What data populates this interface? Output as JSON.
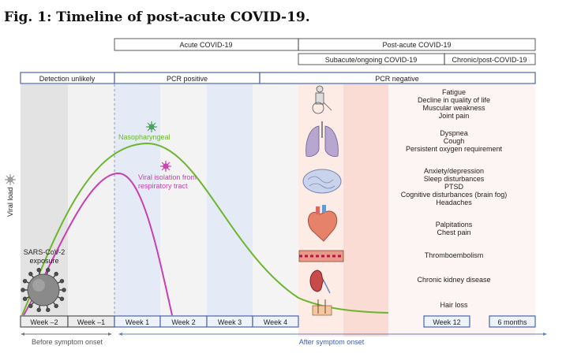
{
  "title": "Fig. 1: Timeline of post-acute COVID-19.",
  "phases": {
    "acute": "Acute COVID-19",
    "post_acute": "Post-acute COVID-19",
    "subacute": "Subacute/ongoing COVID-19",
    "chronic": "Chronic/post-COVID-19"
  },
  "detection": {
    "unlikely": "Detection unlikely",
    "pcr_pos": "PCR positive",
    "pcr_neg": "PCR negative"
  },
  "y_axis_label": "Viral load",
  "curves": {
    "naso": "Nasopharyngeal",
    "viral_iso_1": "Viral isolation from",
    "viral_iso_2": "respiratory tract",
    "green": "#6cb52d",
    "magenta": "#c83fb0"
  },
  "exposure": [
    "SARS-CoV-2",
    "exposure"
  ],
  "symptoms": [
    [
      "Fatigue",
      "Decline in quality of life",
      "Muscular weakness",
      "Joint pain"
    ],
    [
      "Dyspnea",
      "Cough",
      "Persistent oxygen requirement"
    ],
    [
      "Anxiety/depression",
      "Sleep disturbances",
      "PTSD",
      "Cognitive disturbances (brain fog)",
      "Headaches"
    ],
    [
      "Palpitations",
      "Chest pain"
    ],
    [
      "Thromboembolism"
    ],
    [
      "Chronic kidney disease"
    ],
    [
      "Hair loss"
    ]
  ],
  "weeks": [
    "Week –2",
    "Week –1",
    "Week 1",
    "Week 2",
    "Week 3",
    "Week 4",
    "Week 12",
    "6 months"
  ],
  "before_onset": "Before symptom onset",
  "after_onset": "After symptom onset"
}
